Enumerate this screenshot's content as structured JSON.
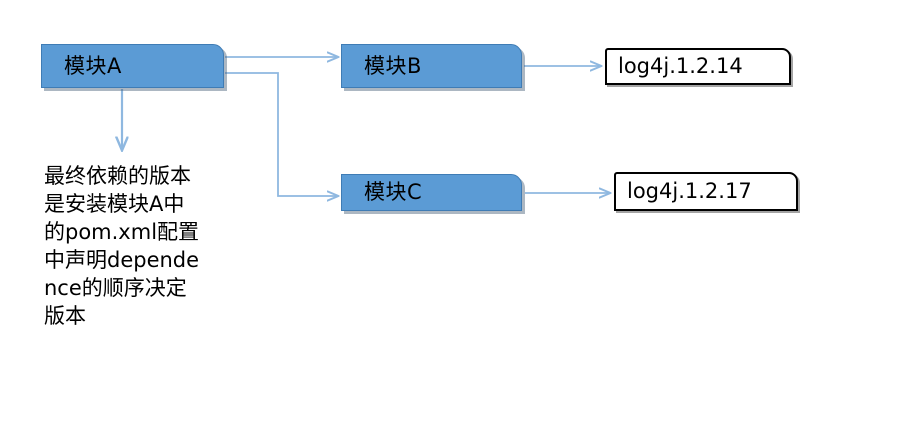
{
  "diagram": {
    "title": "Maven dependency resolution diagram",
    "accent_color": "#5B9BD5",
    "connector_color": "#8FB8E0",
    "box_border_color": "#3F7CB5",
    "version_box_border_color": "#000000",
    "background_color": "#FFFFFF"
  },
  "modules": {
    "a": {
      "label": "模块A"
    },
    "b": {
      "label": "模块B"
    },
    "c": {
      "label": "模块C"
    }
  },
  "versions": {
    "top": {
      "label": "log4j.1.2.14"
    },
    "bottom": {
      "label": "log4j.1.2.17"
    }
  },
  "note": {
    "text": "最终依赖的版本是安装模块A中的pom.xml配置中声明dependence的顺序决定版本"
  },
  "connectors": [
    {
      "name": "module-a-to-module-b",
      "from": "模块A",
      "to": "模块B",
      "style": "straight-arrow"
    },
    {
      "name": "module-a-to-module-c",
      "from": "模块A",
      "to": "模块C",
      "style": "elbow-arrow"
    },
    {
      "name": "module-b-to-version-top",
      "from": "模块B",
      "to": "log4j.1.2.14",
      "style": "straight-arrow"
    },
    {
      "name": "module-c-to-version-bottom",
      "from": "模块C",
      "to": "log4j.1.2.17",
      "style": "straight-arrow"
    },
    {
      "name": "module-a-to-note",
      "from": "模块A",
      "to": "note",
      "style": "down-arrow"
    }
  ]
}
